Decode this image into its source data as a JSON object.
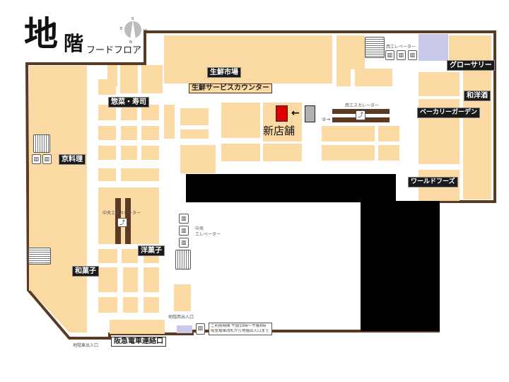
{
  "title": {
    "main": "地",
    "main2": "階",
    "sub": "フードフロア"
  },
  "compass": {
    "n": "N",
    "s": "S",
    "e": "E",
    "w": "W"
  },
  "areas": {
    "fresh_market": "生鮮市場",
    "fresh_service_counter": "生鮮サービスカウンター",
    "deli_sushi": "惣菜・寿司",
    "kyoto_cuisine": "京料理",
    "grocery": "グローサリー",
    "liquor": "和洋酒",
    "bakery_garden": "ベーカリーガーデン",
    "world_foods": "ワールドフーズ",
    "western_sweets": "洋菓子",
    "japanese_sweets": "和菓子"
  },
  "new_store": {
    "label": "新店舗",
    "color": "#e00000",
    "old_color": "#b0b0b0"
  },
  "facilities": {
    "west_elevator": "西エレベーター",
    "west_escalator": "西エスカレーター",
    "central_escalator": "中央エスカレーター",
    "central_elevator_1": "中央",
    "central_elevator_2": "エレベーター",
    "west_entrance": "地階西出入口",
    "east_entrance": "地階東出入口",
    "hankyu_connection": "阪急電車連絡口",
    "notice_1": "ご利用時間 午前10時〜午後8時",
    "notice_2": "阪急電車改札から地階出入口まで"
  },
  "colors": {
    "floor": "#fbd9a2",
    "wall": "#5a3a22",
    "label_bg": "#1a1a1a",
    "elevator_hall": "#c8c8e8"
  }
}
